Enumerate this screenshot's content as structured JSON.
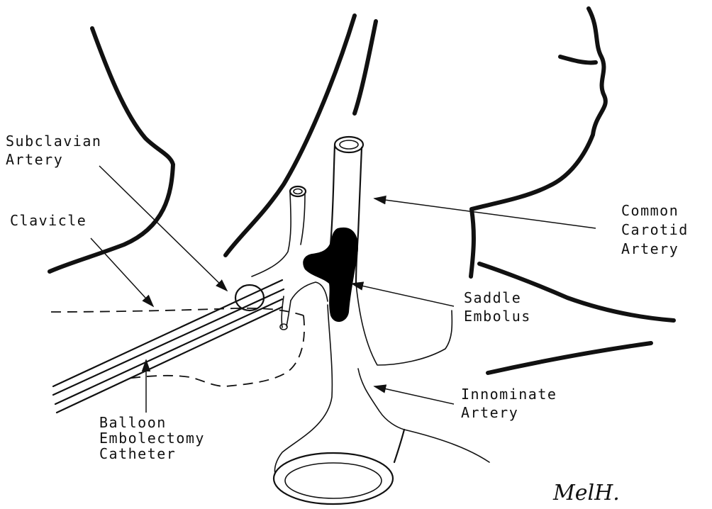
{
  "labels": {
    "subclavian": [
      "Subclavian",
      "Artery"
    ],
    "clavicle": [
      "Clavicle"
    ],
    "common_carotid": [
      "Common",
      "Carotid",
      "Artery"
    ],
    "saddle_embolus": [
      "Saddle",
      "Embolus"
    ],
    "innominate": [
      "Innominate",
      "Artery"
    ],
    "catheter": [
      "Balloon",
      "Embolectomy",
      "Catheter"
    ]
  },
  "signature": "MelH."
}
